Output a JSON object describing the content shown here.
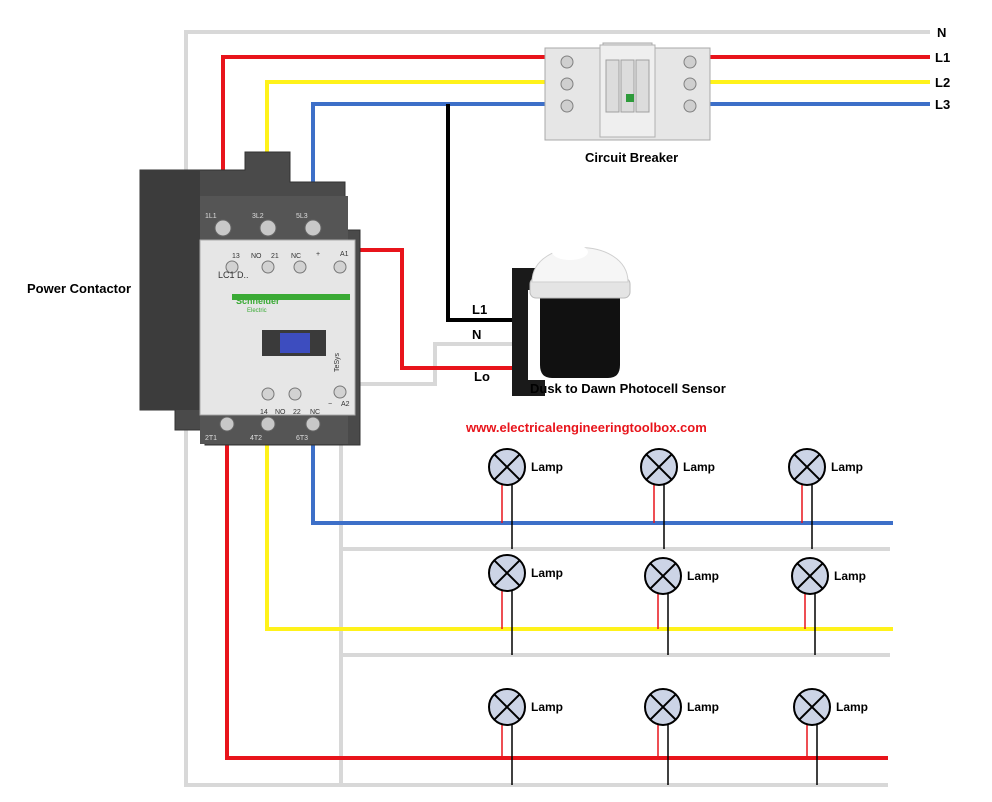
{
  "diagram": {
    "title_url": "www.electricalengineeringtoolbox.com",
    "terminals": {
      "n": "N",
      "l1": "L1",
      "l2": "L2",
      "l3": "L3"
    },
    "circuit_breaker_label": "Circuit Breaker",
    "contactor_label": "Power Contactor",
    "contactor_brand": "Schneider",
    "contactor_brand_sub": "Electric",
    "contactor_model": "LC1 D..",
    "contactor_series": "TeSys",
    "contactor_terminals_top": [
      "1L1",
      "3L2",
      "5L3"
    ],
    "contactor_terminals_bottom": [
      "2T1",
      "4T2",
      "6T3"
    ],
    "contactor_aux_top": [
      "13",
      "NO",
      "21",
      "NC",
      "+",
      "A1"
    ],
    "contactor_aux_bottom": [
      "14",
      "NO",
      "22",
      "NC",
      "−",
      "A2"
    ],
    "sensor_label": "Dusk to Dawn Photocell Sensor",
    "sensor_wires": {
      "l1": "L1",
      "n": "N",
      "lo": "Lo"
    },
    "lamp_label": "Lamp"
  },
  "colors": {
    "neutral": "#d8d8d8",
    "phase_l1": "#e8141b",
    "phase_l2": "#fff21a",
    "phase_l3": "#3d6fc8",
    "control": "#000000",
    "url": "#e8141b",
    "lamp_fill": "#ccd4e6"
  }
}
